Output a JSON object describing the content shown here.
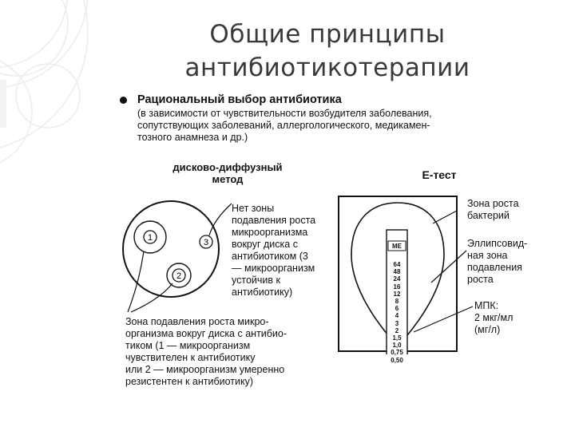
{
  "slide": {
    "title_line1": "Общие принципы",
    "title_line2": "антибиотикотерапии"
  },
  "content": {
    "bullet_heading": "Рациональный выбор антибиотика",
    "bullet_desc": [
      "(в зависимости от чувствительности возбудителя заболевания,",
      "сопутствующих заболеваний, аллергологического, медикамен-",
      "тозного анамнеза и др.)"
    ]
  },
  "disk_method": {
    "heading_line1": "дисково-диффузный",
    "heading_line2": "метод",
    "disk_labels": [
      "1",
      "2",
      "3"
    ],
    "note_no_zone": [
      "Нет зоны",
      "подавления роста",
      "микроорганизма",
      "вокруг диска с",
      "антибиотиком (3",
      "— микроорганизм",
      "устойчив к",
      "антибиотику)"
    ],
    "note_zone": [
      "Зона подавления роста микро-",
      "организма вокруг диска с антибио-",
      "тиком (1 — микроорганизм",
      "чувствителен к антибиотику",
      "или 2 — микроорганизм умеренно",
      "резистентен к антибиотику)"
    ]
  },
  "etest": {
    "heading": "Е-тест",
    "strip_header": "МЕ",
    "strip_values": [
      "64",
      "48",
      "24",
      "16",
      "12",
      "8",
      "6",
      "4",
      "3",
      "2",
      "1,5",
      "1,0",
      "0,75",
      "0,50"
    ],
    "label_growth": [
      "Зона роста",
      "бактерий"
    ],
    "label_ellipse": [
      "Эллипсовид-",
      "ная зона",
      "подавления",
      "роста"
    ],
    "label_mic": [
      "МПК:",
      "2 мкг/мл",
      "(мг/л)"
    ]
  }
}
